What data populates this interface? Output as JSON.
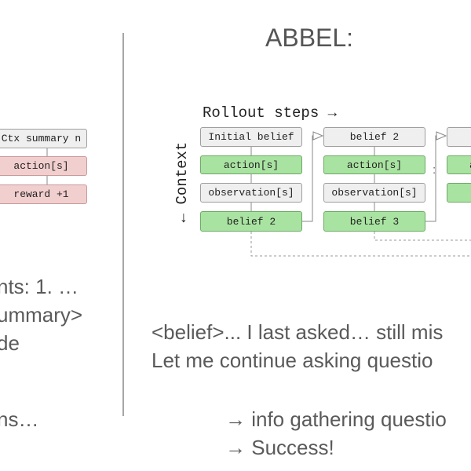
{
  "title": "ABBEL:",
  "left_panel": {
    "boxes": [
      "Ctx summary n",
      "action[s]",
      "reward +1"
    ],
    "text_lines": [
      "nts: 1. …",
      "ummary>",
      "de",
      "ns…"
    ]
  },
  "right_panel": {
    "rollout_label": "Rollout steps →",
    "context_label": "← Context",
    "columns": [
      {
        "boxes": [
          "Initial belief",
          "action[s]",
          "observation[s]",
          "belief 2"
        ]
      },
      {
        "boxes": [
          "belief 2",
          "action[s]",
          "observation[s]",
          "belief 3"
        ]
      }
    ],
    "third_column_partial": [
      "a"
    ],
    "ellipsis": ":",
    "body_lines": [
      "<belief>... I last asked… still mis",
      "Let me continue asking questio"
    ],
    "outcome_lines": [
      "→ info gathering questio",
      "→ Success!"
    ]
  }
}
